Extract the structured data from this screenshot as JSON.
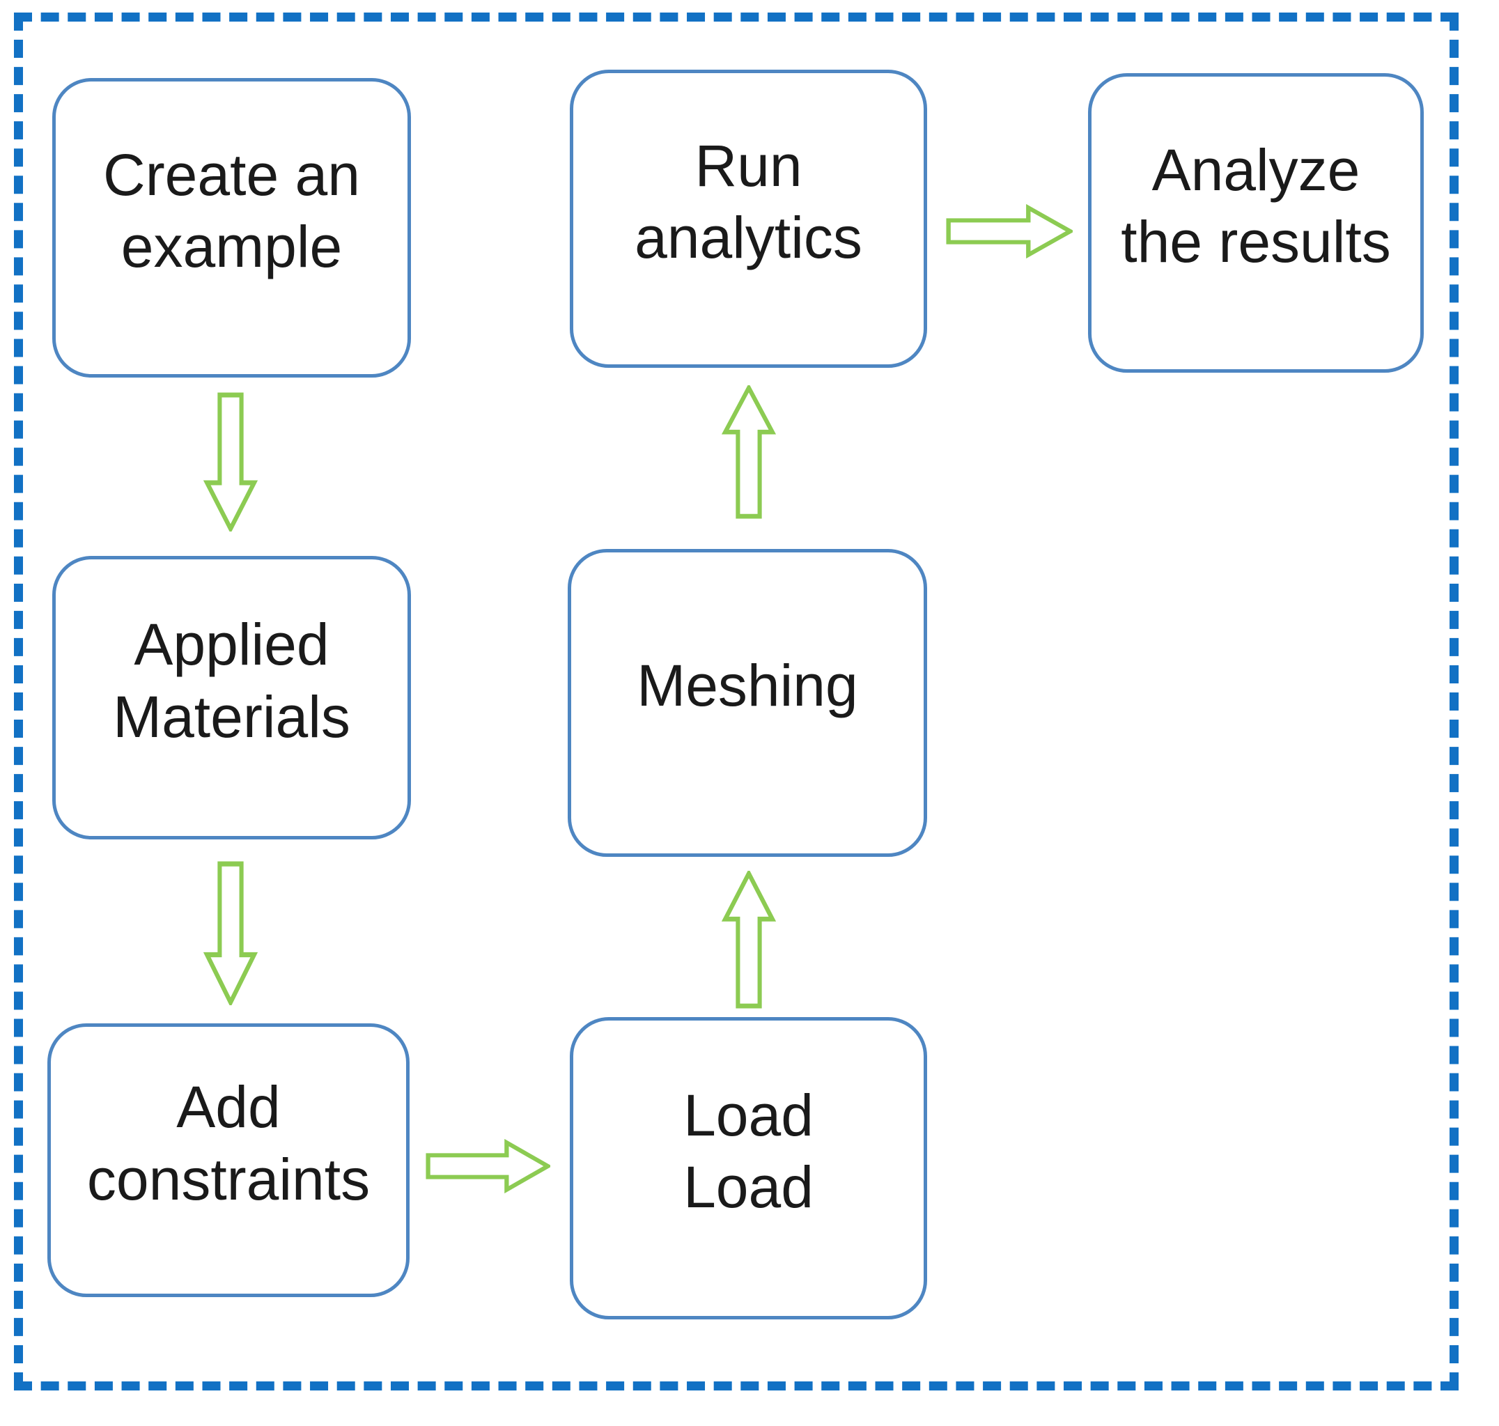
{
  "diagram": {
    "type": "flowchart",
    "nodes": [
      {
        "id": "create-example",
        "label": "Create an example",
        "lines": [
          "Create an",
          "example"
        ]
      },
      {
        "id": "run-analytics",
        "label": "Run analytics",
        "lines": [
          "Run",
          "analytics"
        ]
      },
      {
        "id": "analyze-results",
        "label": "Analyze the results",
        "lines": [
          "Analyze",
          "the results"
        ]
      },
      {
        "id": "applied-materials",
        "label": "Applied Materials",
        "lines": [
          "Applied",
          "Materials"
        ]
      },
      {
        "id": "meshing",
        "label": "Meshing",
        "lines": [
          "Meshing"
        ]
      },
      {
        "id": "add-constraints",
        "label": "Add constraints",
        "lines": [
          "Add",
          "constraints"
        ]
      },
      {
        "id": "load-load",
        "label": "Load Load",
        "lines": [
          "Load",
          "Load"
        ]
      }
    ],
    "edges": [
      {
        "from": "create-example",
        "to": "applied-materials",
        "direction": "down"
      },
      {
        "from": "applied-materials",
        "to": "add-constraints",
        "direction": "down"
      },
      {
        "from": "add-constraints",
        "to": "load-load",
        "direction": "right"
      },
      {
        "from": "load-load",
        "to": "meshing",
        "direction": "up"
      },
      {
        "from": "meshing",
        "to": "run-analytics",
        "direction": "up"
      },
      {
        "from": "run-analytics",
        "to": "analyze-results",
        "direction": "right"
      }
    ],
    "colors": {
      "outer_frame_dashed_blue": "#1271C4",
      "node_border_blue": "#4E86C2",
      "arrow_green": "#8CCB52",
      "text": "#1A1A1A",
      "background": "#FFFFFF"
    }
  }
}
